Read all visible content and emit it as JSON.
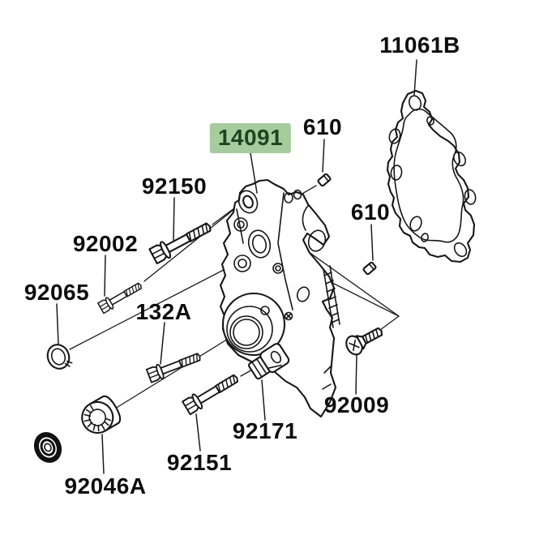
{
  "diagram": {
    "type": "motorcycle-parts-exploded-diagram",
    "background_color": "#ffffff",
    "line_color": "#161616",
    "label_color": "#0d0d0d",
    "highlight": {
      "background": "#a6cb9d",
      "text_color": "#1c4522"
    },
    "labels": [
      {
        "part_number": "11061B",
        "highlighted": false
      },
      {
        "part_number": "610",
        "highlighted": false
      },
      {
        "part_number": "14091",
        "highlighted": true
      },
      {
        "part_number": "92150",
        "highlighted": false
      },
      {
        "part_number": "92002",
        "highlighted": false
      },
      {
        "part_number": "92065",
        "highlighted": false
      },
      {
        "part_number": "132A",
        "highlighted": false
      },
      {
        "part_number": "610",
        "highlighted": false
      },
      {
        "part_number": "92171",
        "highlighted": false
      },
      {
        "part_number": "92151",
        "highlighted": false
      },
      {
        "part_number": "92009",
        "highlighted": false
      },
      {
        "part_number": "92046A",
        "highlighted": false
      }
    ]
  }
}
